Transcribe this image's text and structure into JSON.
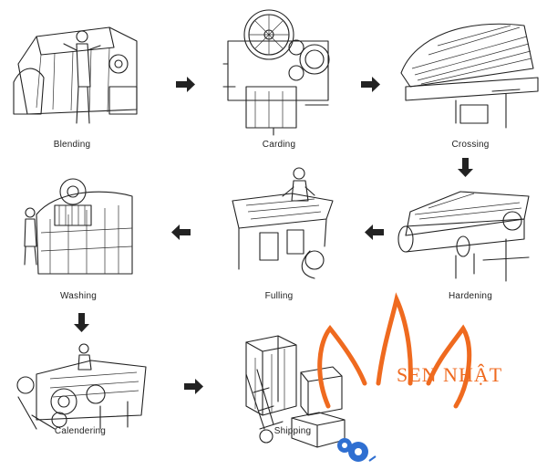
{
  "stages": [
    {
      "id": "blending",
      "label": "Blending"
    },
    {
      "id": "carding",
      "label": "Carding"
    },
    {
      "id": "crossing",
      "label": "Crossing"
    },
    {
      "id": "hardening",
      "label": "Hardening"
    },
    {
      "id": "fulling",
      "label": "Fulling"
    },
    {
      "id": "washing",
      "label": "Washing"
    },
    {
      "id": "calendering",
      "label": "Calendering"
    },
    {
      "id": "shipping",
      "label": "Shipping"
    }
  ],
  "logo": {
    "text": "SEN NHẬT",
    "color": "#ef6a1f"
  },
  "colors": {
    "ink": "#222222",
    "background": "#ffffff",
    "gear": "#2f6fd1"
  },
  "icons": [
    "arrow-right-icon",
    "arrow-down-icon",
    "arrow-left-icon",
    "lotus-logo-icon",
    "gear-icon"
  ]
}
